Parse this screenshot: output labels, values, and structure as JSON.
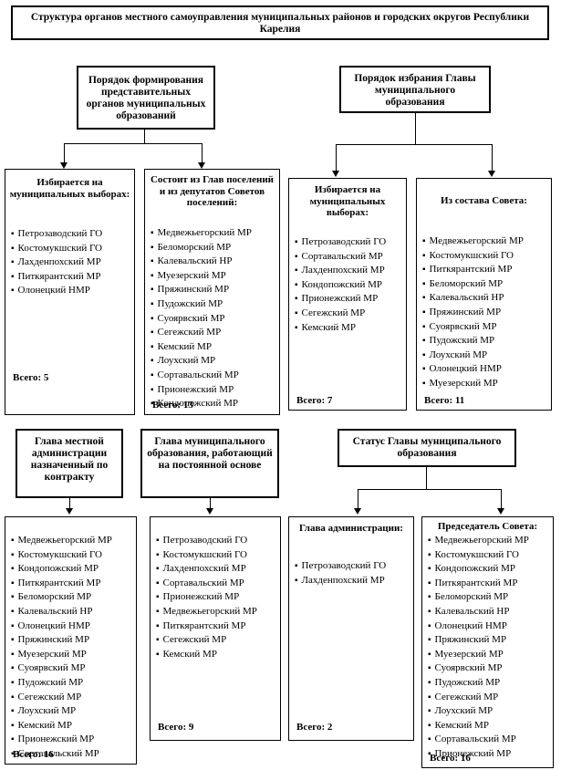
{
  "title": "Структура органов местного самоуправления муниципальных районов и городских округов Республики Карелия",
  "formation": {
    "header": "Порядок формирования представительных органов муниципальных образований",
    "elected": {
      "title": "Избирается на муниципальных выборах:",
      "items": [
        "Петрозаводский ГО",
        "Костомукшский ГО",
        "Лахденпохский МР",
        "Питкярантский МР",
        "Олонецкий НМР"
      ],
      "total": "Всего: 5"
    },
    "heads": {
      "title": "Состоит из Глав поселений и из депутатов Советов поселений:",
      "items": [
        "Медвежьегорский МР",
        "Беломорский МР",
        "Калевальский НР",
        "Муезерский МР",
        "Пряжинский МР",
        "Пудожский МР",
        "Суоярвский МР",
        "Сегежский МР",
        "Кемский МР",
        "Лоухский МР",
        "Сортавальский МР",
        "Прионежский МР",
        "Кондопожский МР"
      ],
      "total": "Всего: 13"
    }
  },
  "election": {
    "header": "Порядок избрания Главы муниципального образования",
    "elected": {
      "title": "Избирается на муниципальных выборах:",
      "items": [
        "Петрозаводский ГО",
        "Сортавальский МР",
        "Лахденпохский МР",
        "Кондопожский МР",
        "Прионежский МР",
        "Сегежский МР",
        "Кемский МР"
      ],
      "total": "Всего: 7"
    },
    "council": {
      "title": "Из состава Совета:",
      "items": [
        "Медвежьегорский МР",
        "Костомукшский ГО",
        "Питкярантский МР",
        "Беломорский МР",
        "Калевальский НР",
        "Пряжинский МР",
        "Суоярвский МР",
        "Пудожский МР",
        "Лоухский МР",
        "Олонецкий НМР",
        "Муезерский МР"
      ],
      "total": "Всего: 11"
    }
  },
  "admin_head": {
    "header": "Глава местной администрации назначенный по контракту",
    "items": [
      "Медвежьегорский МР",
      "Костомукшский ГО",
      "Кондопожский МР",
      "Питкярантский МР",
      "Беломорский МР",
      "Калевальский НР",
      "Олонецкий НМР",
      "Пряжинский МР",
      "Муезерский МР",
      "Суоярвский МР",
      "Пудожский МР",
      "Сегежский МР",
      "Лоухский МР",
      "Кемский МР",
      "Прионежский МР",
      "Сортавальский МР"
    ],
    "total": "Всего: 16"
  },
  "permanent_head": {
    "header": "Глава муниципального образования, работающий на постоянной основе",
    "items": [
      "Петрозаводский ГО",
      "Костомукшский ГО",
      "Лахденпохский МР",
      "Сортавальский МР",
      "Прионежский МР",
      "Медвежьегорский МР",
      "Питкярантский МР",
      "Сегежский МР",
      "Кемский МР"
    ],
    "total": "Всего: 9"
  },
  "status": {
    "header": "Статус Главы муниципального образования",
    "admin": {
      "title": "Глава администрации:",
      "items": [
        "Петрозаводский ГО",
        "Лахденпохский МР"
      ],
      "total": "Всего: 2"
    },
    "chair": {
      "title": "Председатель Совета:",
      "items": [
        "Медвежьегорский МР",
        "Костомукшский ГО",
        "Кондопожский МР",
        "Питкярантский МР",
        "Беломорский МР",
        "Калевальский НР",
        "Олонецкий НМР",
        "Пряжинский МР",
        "Муезерский МР",
        "Суоярвский МР",
        "Пудожский МР",
        "Сегежский МР",
        "Лоухский МР",
        "Кемский МР",
        "Сортавальский МР",
        "Прионежский МР"
      ],
      "total": "Всего: 16"
    }
  }
}
